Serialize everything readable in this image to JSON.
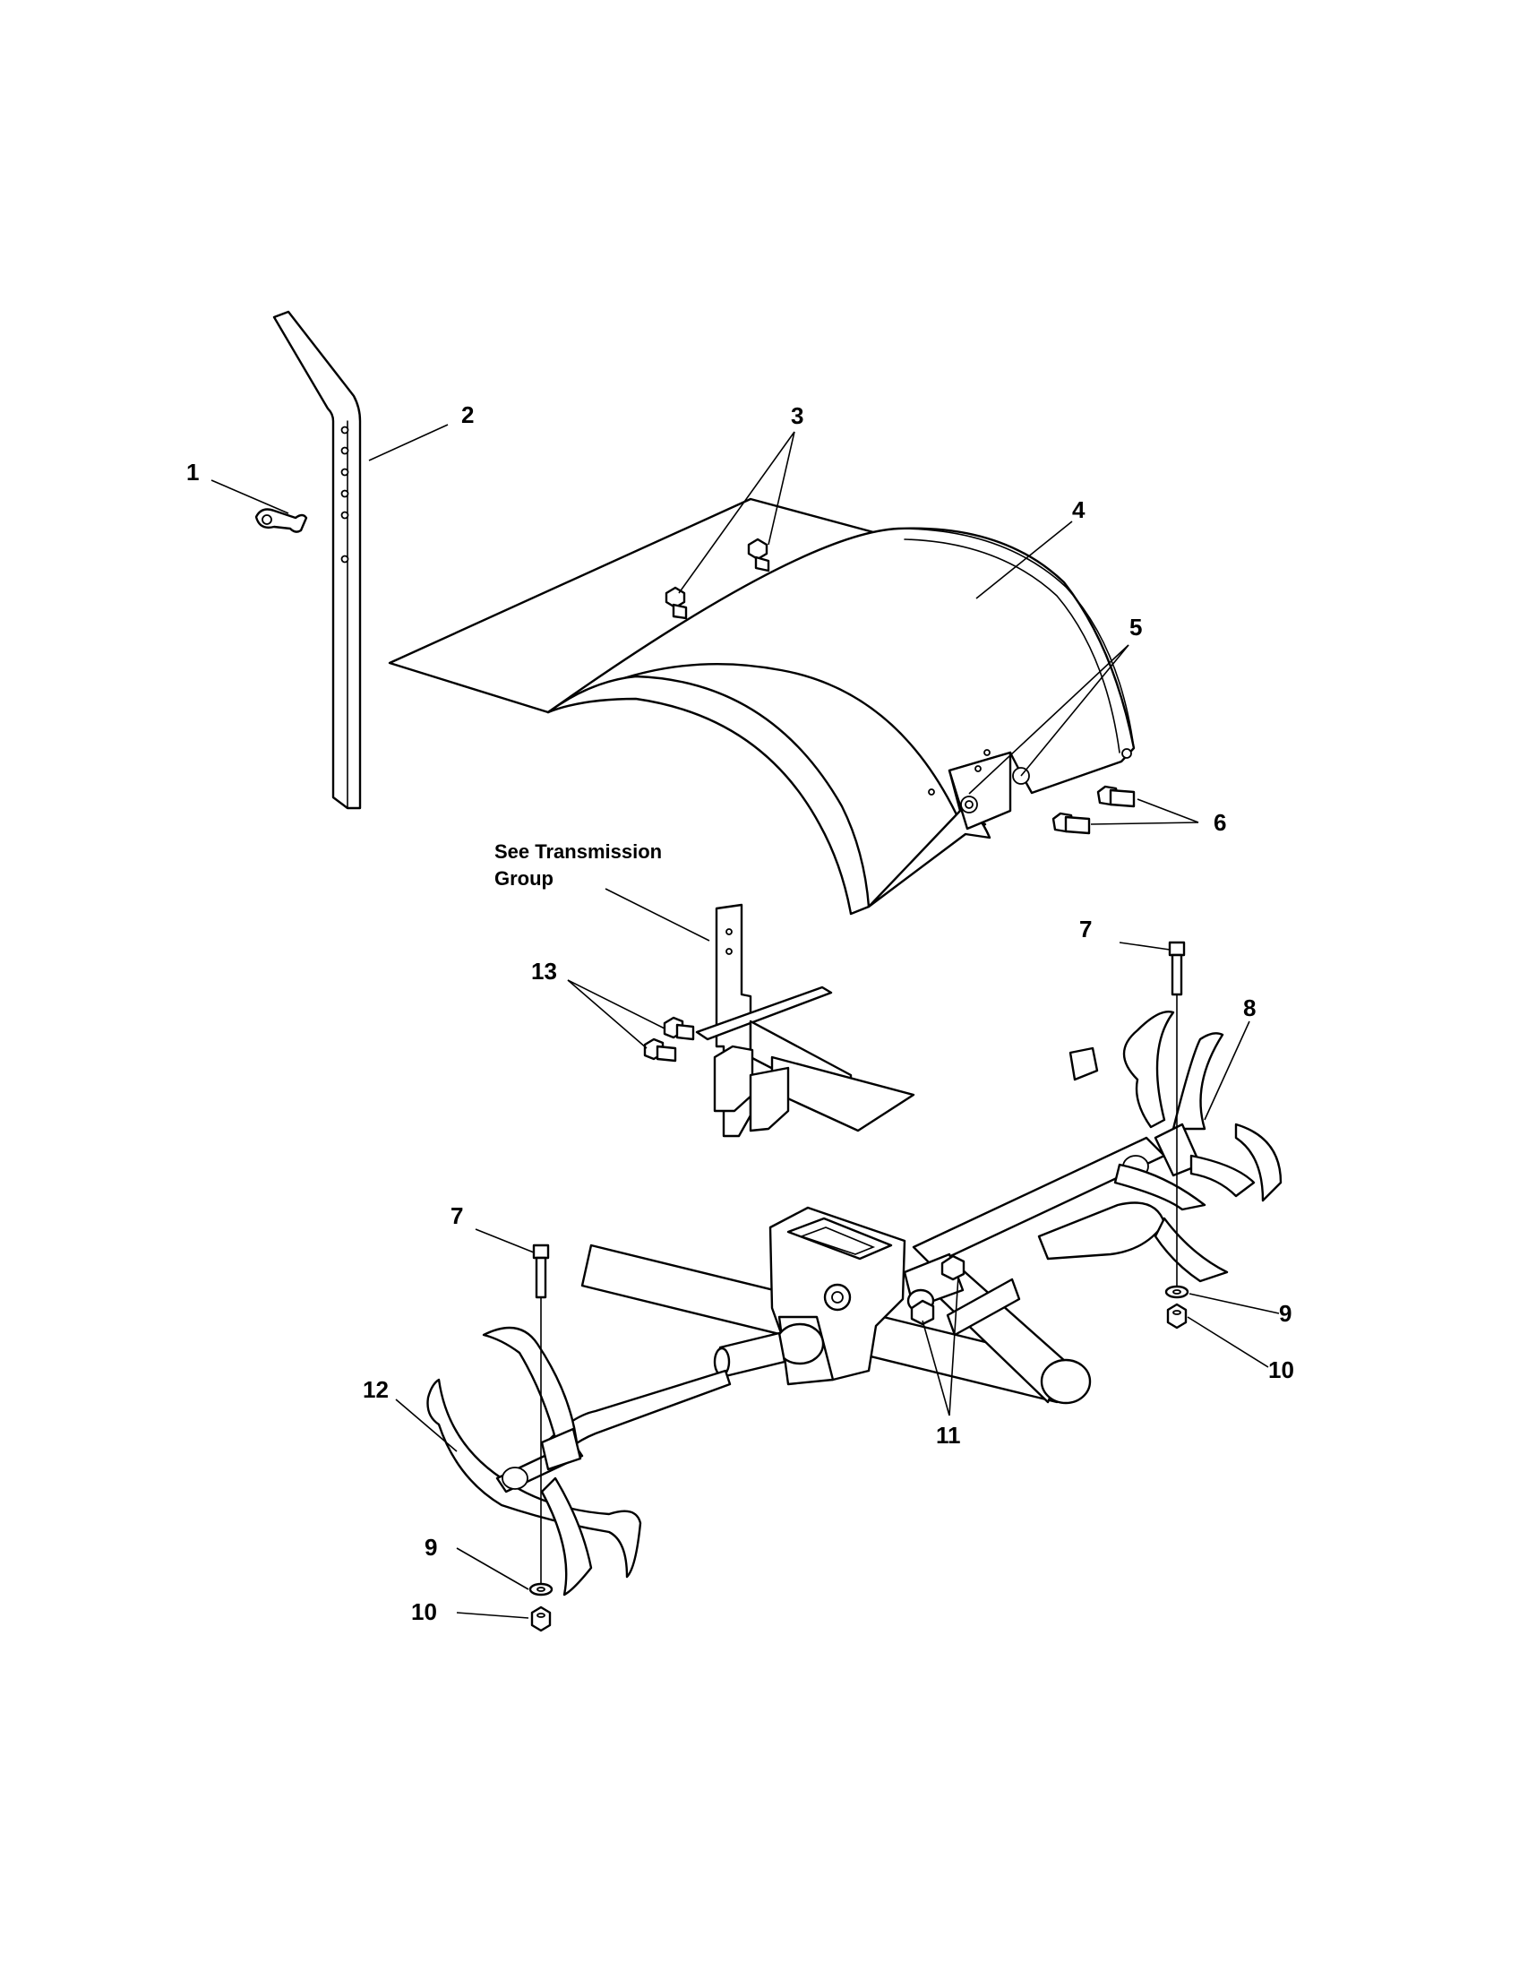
{
  "callouts": {
    "c1": "1",
    "c2": "2",
    "c3": "3",
    "c4": "4",
    "c5": "5",
    "c6": "6",
    "c7a": "7",
    "c7b": "7",
    "c8": "8",
    "c9a": "9",
    "c9b": "9",
    "c10a": "10",
    "c10b": "10",
    "c11": "11",
    "c12": "12",
    "c13": "13"
  },
  "note": {
    "line1": "See Transmission",
    "line2": "Group"
  },
  "colors": {
    "line": "#000000",
    "background": "#ffffff"
  }
}
